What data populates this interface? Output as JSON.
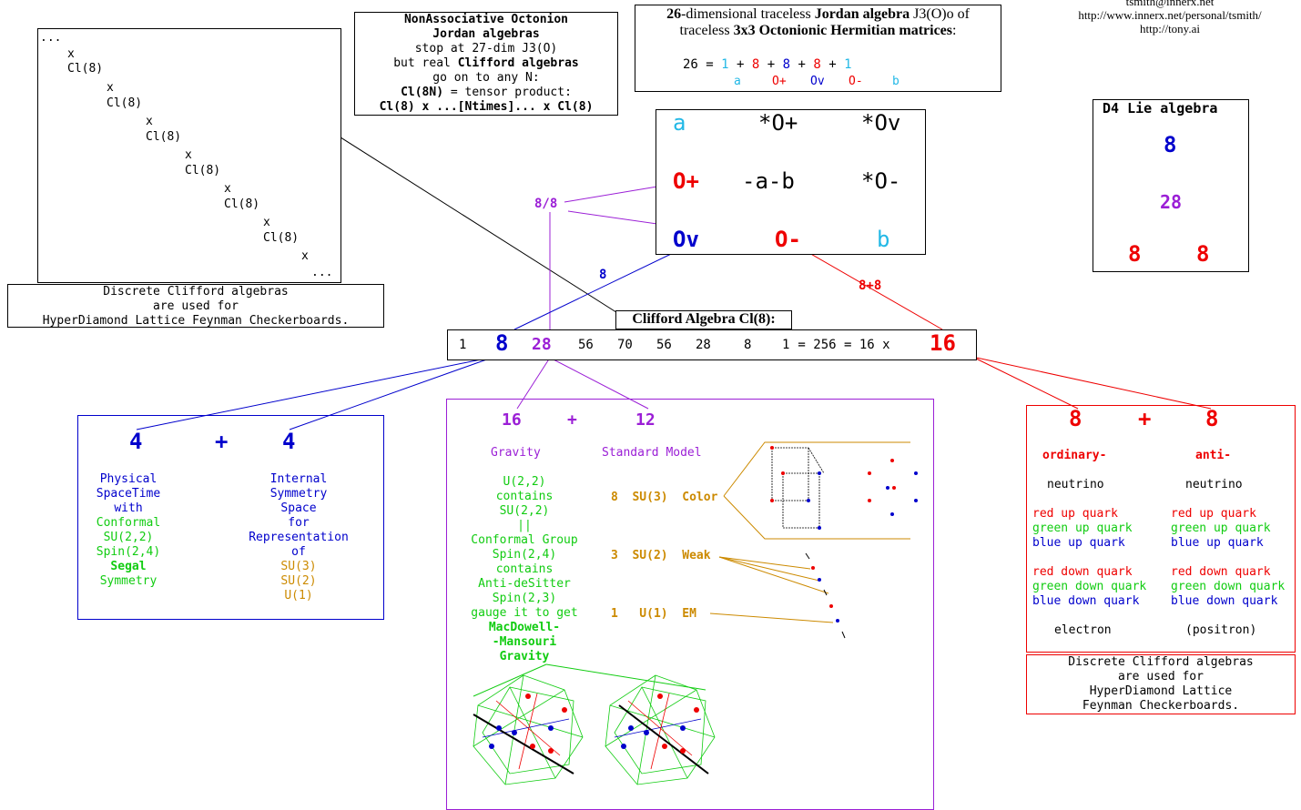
{
  "header": {
    "email": "tsmith@innerx.net",
    "url1": "http://www.innerx.net/personal/tsmith/",
    "url2": "http://tony.ai"
  },
  "cl_tower": {
    "lines": [
      "...",
      "x",
      "Cl(8)",
      "x",
      "Cl(8)",
      "x",
      "Cl(8)",
      "x",
      "Cl(8)",
      "x",
      "Cl(8)",
      "x",
      "Cl(8)",
      "x",
      "..."
    ]
  },
  "discrete_left": {
    "lines": [
      "Discrete Clifford algebras",
      "are used for",
      "HyperDiamond Lattice Feynman Checkerboards."
    ]
  },
  "nonassoc": {
    "l1": "NonAssociative Octonion",
    "l2": "Jordan algebras",
    "l3": "stop at 27-dim J3(O)",
    "l4a": "but real ",
    "l4b": "Clifford algebras",
    "l5": "go on to any N:",
    "l6a": "Cl(8N)",
    "l6b": " = tensor product:",
    "l7": "Cl(8) x ...[Ntimes]... x Cl(8)"
  },
  "jordan": {
    "t1a": "26",
    "t1b": "-dimensional traceless ",
    "t1c": "Jordan algebra",
    "t1d": " J3(O)o of",
    "t2a": "traceless ",
    "t2b": "3x3 Octonionic Hermitian matrices",
    "t2c": ":",
    "eq": [
      "26",
      " = ",
      "1",
      " + ",
      "8",
      " + ",
      "8",
      " + ",
      "8",
      " + ",
      "1"
    ],
    "sub": [
      "a",
      "O+",
      "Ov",
      "O-",
      "b"
    ]
  },
  "matrix": {
    "r1": [
      "a",
      "*O+",
      "*Ov"
    ],
    "r2": [
      "O+",
      "-a-b",
      "*O-"
    ],
    "r3": [
      "Ov",
      "O-",
      "b"
    ]
  },
  "d4": {
    "title": "D4 Lie algebra",
    "top": "8",
    "mid": "28",
    "left": "8",
    "right": "8"
  },
  "labels": {
    "eight_slash": "8/8",
    "eight_blue": "8",
    "eight_plus": "8+8",
    "clifford_title": "Clifford Algebra Cl(8):"
  },
  "graded": {
    "g0": "1",
    "g1": "8",
    "g2": "28",
    "g3": "56",
    "g4": "70",
    "g5": "56",
    "g6": "28",
    "g7": "8",
    "g8": "1",
    "eq": " = 256 = 16 x ",
    "g16": "16"
  },
  "vector_box": {
    "n1": "4",
    "plus": "+",
    "n2": "4",
    "left": [
      "Physical",
      "SpaceTime",
      "with",
      "Conformal",
      "SU(2,2)",
      "Spin(2,4)",
      "Segal",
      "Symmetry"
    ],
    "right": [
      "Internal",
      "Symmetry",
      "Space",
      "for",
      "Representation",
      "of",
      "SU(3)",
      "SU(2)",
      "U(1)"
    ]
  },
  "bivector_box": {
    "n1": "16",
    "plus": "+",
    "n2": "12",
    "gravity_title": "Gravity",
    "sm_title": "Standard Model",
    "gravity": [
      "U(2,2)",
      "contains",
      "SU(2,2)",
      "||",
      "Conformal Group",
      "Spin(2,4)",
      "contains",
      "Anti-deSitter",
      "Spin(2,3)",
      "gauge it to get"
    ],
    "gravity_bold": [
      "MacDowell-",
      "-Mansouri",
      "Gravity"
    ],
    "sm1": "8  SU(3)  Color",
    "sm2": "3  SU(2)  Weak",
    "sm3": "1   U(1)  EM"
  },
  "spinor_box": {
    "n1": "8",
    "plus": "+",
    "n2": "8",
    "h_left": "ordinary-",
    "h_right": "anti-",
    "left": [
      "neutrino",
      "",
      "red up quark",
      "green up quark",
      "blue up quark",
      "",
      "red down quark",
      "green down quark",
      "blue down quark",
      "",
      "electron"
    ],
    "right": [
      "neutrino",
      "",
      "red up quark",
      "green up quark",
      "blue up quark",
      "",
      "red down quark",
      "green down quark",
      "blue down quark",
      "",
      "(positron)"
    ]
  },
  "discrete_right": {
    "lines": [
      "Discrete Clifford algebras",
      "are used for",
      "HyperDiamond Lattice",
      "Feynman Checkerboards."
    ]
  },
  "colors": {
    "blue": "#0000cc",
    "red": "#ee0000",
    "purple": "#9b1fd6",
    "green": "#11cc11",
    "gold": "#cc8a00",
    "cyan": "#22b8e6"
  }
}
